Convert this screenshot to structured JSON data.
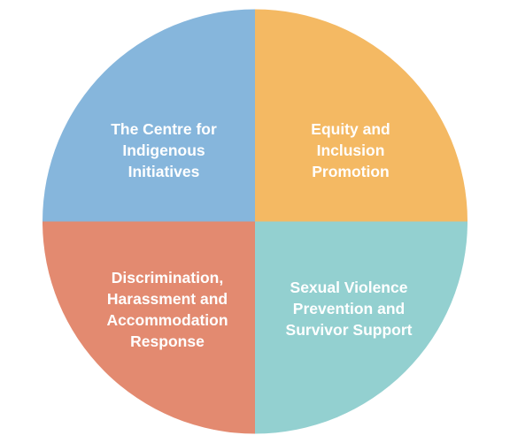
{
  "diagram": {
    "quadrants": [
      {
        "id": "tl",
        "label": "The Centre for\nIndigenous\nInitiatives",
        "color": "#86b6dc"
      },
      {
        "id": "tr",
        "label": "Equity and\nInclusion\nPromotion",
        "color": "#f4b963"
      },
      {
        "id": "bl",
        "label": "Discrimination,\nHarassment and\nAccommodation\nResponse",
        "color": "#e38a70"
      },
      {
        "id": "br",
        "label": "Sexual Violence\nPrevention and\nSurvivor Support",
        "color": "#93d0d0"
      }
    ]
  }
}
